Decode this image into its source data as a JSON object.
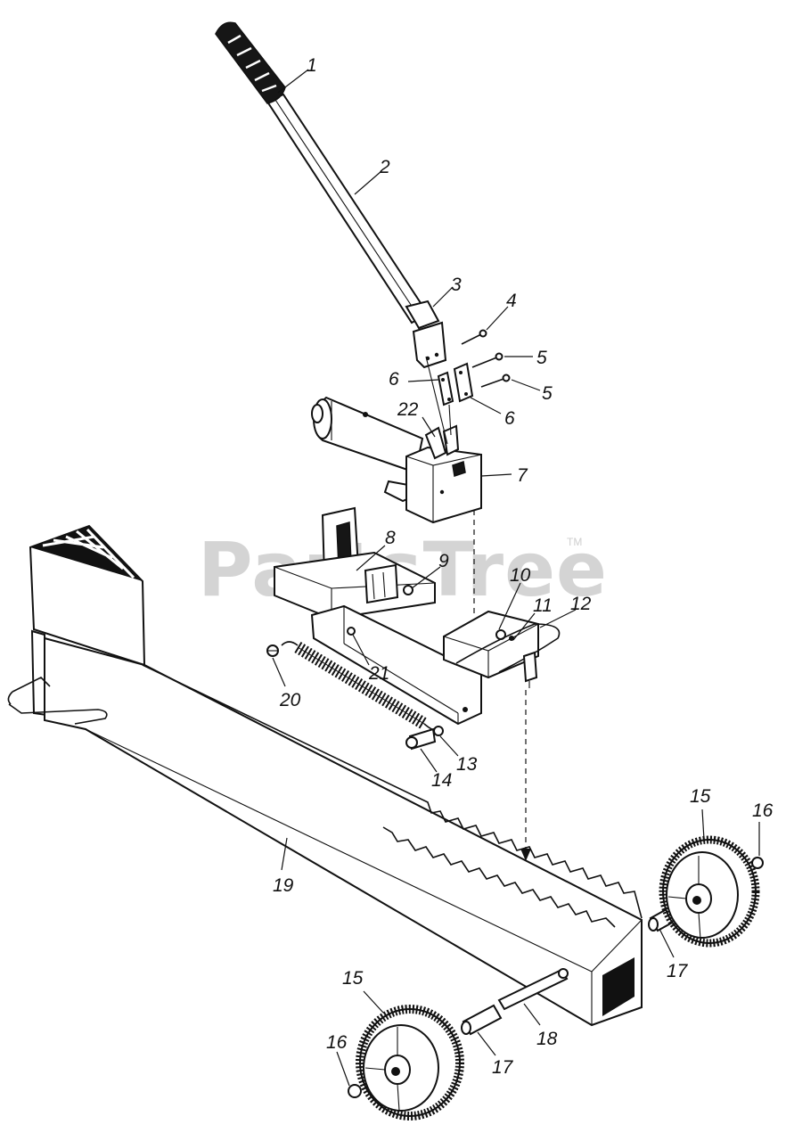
{
  "watermark": {
    "text": "PartsTree",
    "trademark": "TM"
  },
  "callouts": [
    {
      "id": "callout-1",
      "text": "1"
    },
    {
      "id": "callout-2",
      "text": "2"
    },
    {
      "id": "callout-3",
      "text": "3"
    },
    {
      "id": "callout-4",
      "text": "4"
    },
    {
      "id": "callout-5a",
      "text": "5"
    },
    {
      "id": "callout-5b",
      "text": "5"
    },
    {
      "id": "callout-6a",
      "text": "6"
    },
    {
      "id": "callout-6b",
      "text": "6"
    },
    {
      "id": "callout-7",
      "text": "7"
    },
    {
      "id": "callout-8",
      "text": "8"
    },
    {
      "id": "callout-9",
      "text": "9"
    },
    {
      "id": "callout-10",
      "text": "10"
    },
    {
      "id": "callout-11",
      "text": "11"
    },
    {
      "id": "callout-12",
      "text": "12"
    },
    {
      "id": "callout-13",
      "text": "13"
    },
    {
      "id": "callout-14",
      "text": "14"
    },
    {
      "id": "callout-15a",
      "text": "15"
    },
    {
      "id": "callout-15b",
      "text": "15"
    },
    {
      "id": "callout-16a",
      "text": "16"
    },
    {
      "id": "callout-16b",
      "text": "16"
    },
    {
      "id": "callout-17a",
      "text": "17"
    },
    {
      "id": "callout-17b",
      "text": "17"
    },
    {
      "id": "callout-18",
      "text": "18"
    },
    {
      "id": "callout-19",
      "text": "19"
    },
    {
      "id": "callout-20",
      "text": "20"
    },
    {
      "id": "callout-21",
      "text": "21"
    },
    {
      "id": "callout-22",
      "text": "22"
    }
  ]
}
